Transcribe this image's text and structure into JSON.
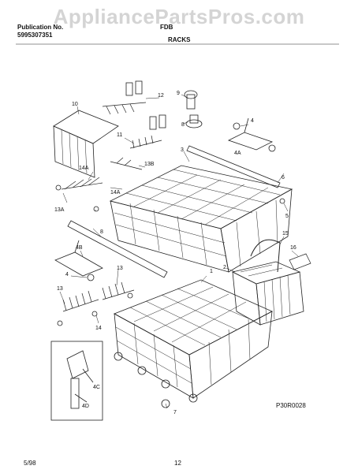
{
  "watermark": "AppliancePartsPros.com",
  "header": {
    "publication_label": "Publication No.",
    "publication_number": "5995307351",
    "model": "FDB",
    "section_title": "RACKS"
  },
  "footer": {
    "date": "5/98",
    "page_number": "12"
  },
  "figure_code": "P30R0028",
  "callouts": {
    "c1": "1",
    "c2": "2",
    "c3": "3",
    "c4a": "4",
    "c4b": "4",
    "c4A": "4A",
    "c4B": "4B",
    "c4C": "4C",
    "c4D": "4D",
    "c5": "5",
    "c6": "6",
    "c7": "7",
    "c8a": "8",
    "c8b": "8",
    "c9": "9",
    "c10": "10",
    "c11": "11",
    "c12": "12",
    "c13a": "13",
    "c13b": "13",
    "c13A": "13A",
    "c13B": "13B",
    "c14a": "14",
    "c14A1": "14A",
    "c14A2": "14A",
    "c15": "15",
    "c16": "16"
  }
}
